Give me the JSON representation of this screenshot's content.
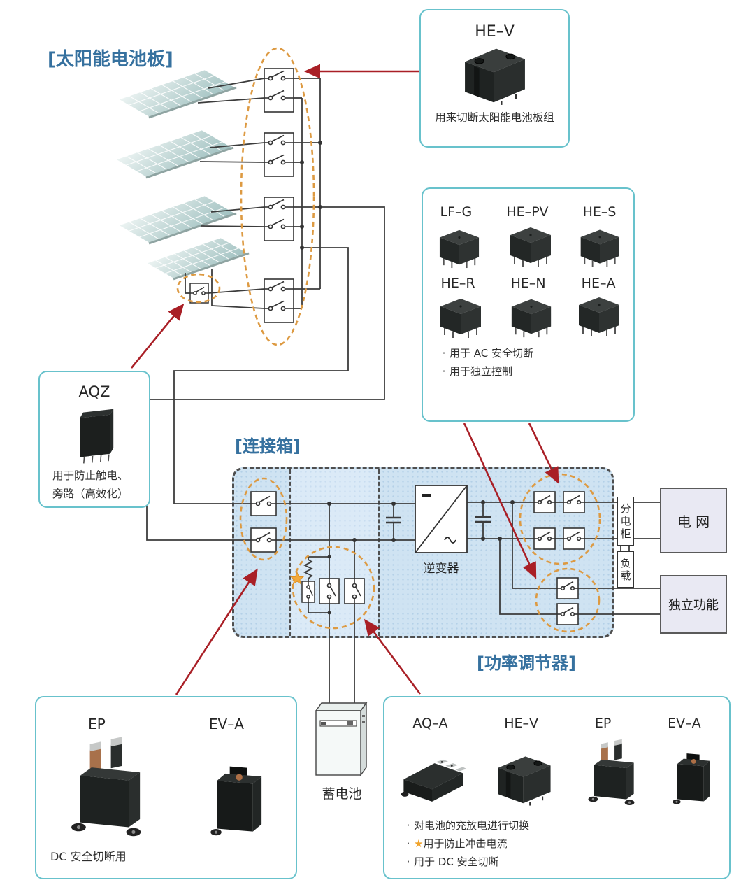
{
  "sections": {
    "solar_title": "[太阳能电池板]",
    "junction_title": "[连接箱]",
    "conditioner_title": "[功率调节器]"
  },
  "hev_box": {
    "title": "HE–V",
    "caption": "用来切断太阳能电池板组"
  },
  "family_box": {
    "row1": [
      {
        "label": "LF–G"
      },
      {
        "label": "HE–PV"
      },
      {
        "label": "HE–S"
      }
    ],
    "row2": [
      {
        "label": "HE–R"
      },
      {
        "label": "HE–N"
      },
      {
        "label": "HE–A"
      }
    ],
    "bullets": [
      "用于 AC 安全切断",
      "用于独立控制"
    ]
  },
  "aqz_box": {
    "title": "AQZ",
    "caption1": "用于防止触电、",
    "caption2": "旁路（高效化）"
  },
  "dc_box": {
    "relay1": "EP",
    "relay2": "EV–A",
    "caption": "DC 安全切断用"
  },
  "battery_box": {
    "relay1": "AQ–A",
    "relay2": "HE–V",
    "relay3": "EP",
    "relay4": "EV–A",
    "bullet1": "对电池的充放电进行切换",
    "bullet2_star": "★",
    "bullet2": "用于防止冲击电流",
    "bullet3": "用于 DC 安全切断"
  },
  "diagram": {
    "inverter": "逆变器",
    "battery": "蓄电池",
    "dist_cabinet": "分电柜",
    "load": "负载",
    "grid": "电 网",
    "standalone": "独立功能"
  },
  "ui": {
    "bullet": "·"
  },
  "colors": {
    "heading_blue": "#36719f",
    "box_border_teal": "#68c2cc",
    "arrow_red": "#a91f26",
    "dashed_orange": "#dd9a42",
    "junction_fill": "#cfe3f2",
    "star_orange": "#f0a32c"
  }
}
